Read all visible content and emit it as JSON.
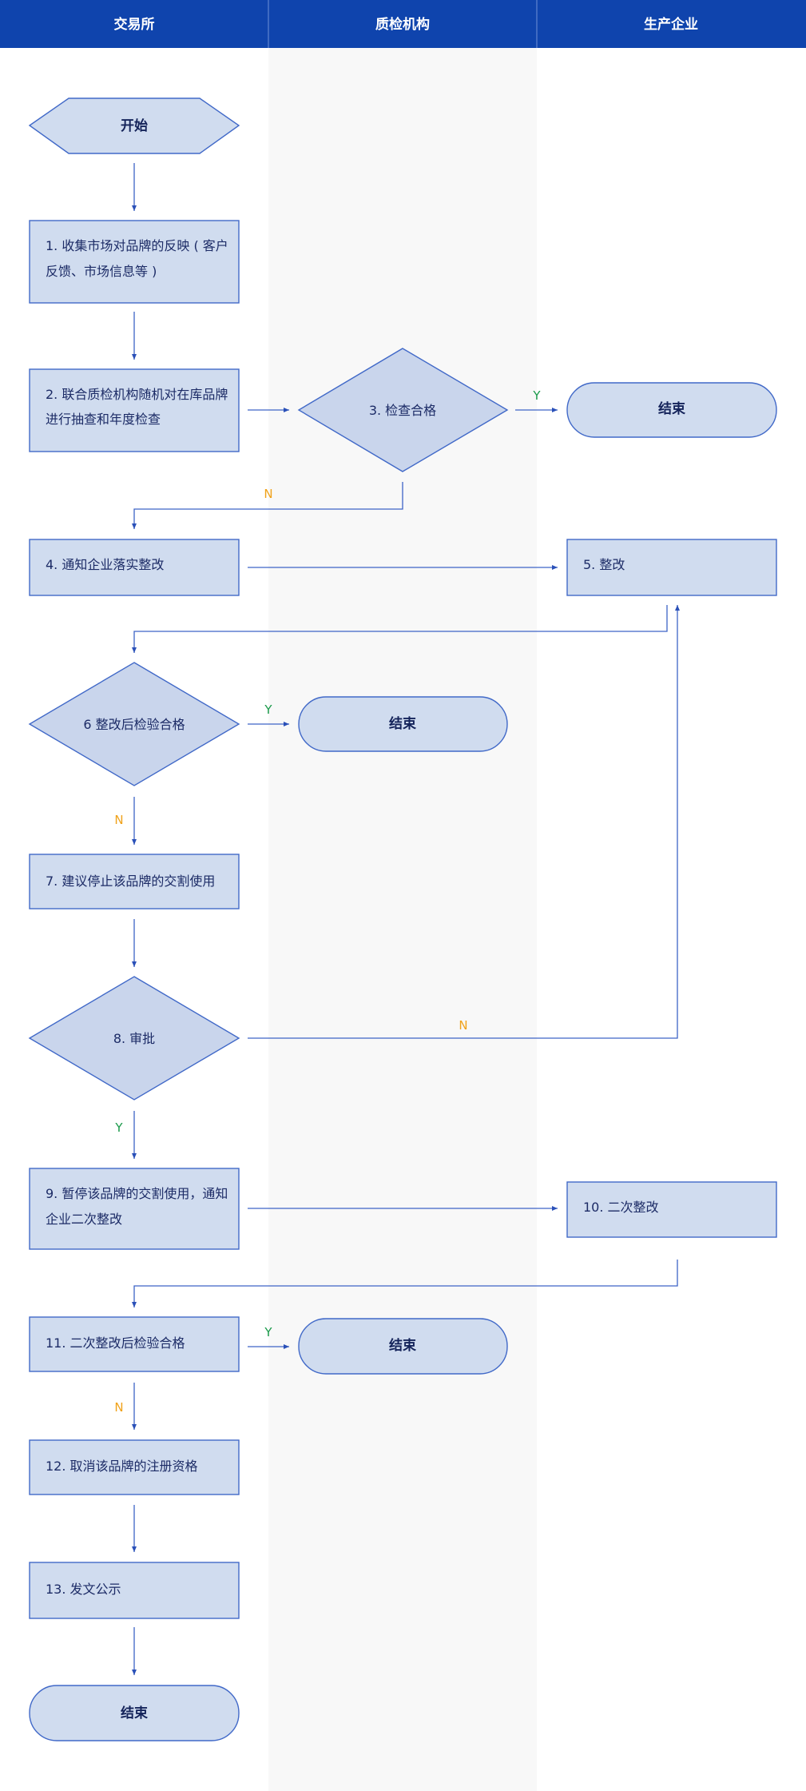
{
  "lanes": [
    "交易所",
    "质检机构",
    "生产企业"
  ],
  "colors": {
    "header": "#0f44ad",
    "node_fill": "#d0dcef",
    "stroke": "#4169c8",
    "lane_bg": "#f8f8f8",
    "yes": "#1a9a4a",
    "no": "#f0a21a"
  },
  "nodes": {
    "start": "开始",
    "n1": [
      "1. 收集市场对品牌的反映 ( 客户",
      "反馈、市场信息等 )"
    ],
    "n2": [
      "2. 联合质检机构随机对在库品牌",
      "进行抽查和年度检查"
    ],
    "n3": "3. 检查合格",
    "end1": "结束",
    "n4": "4. 通知企业落实整改",
    "n5": "5. 整改",
    "n6": "6 整改后检验合格",
    "end2": "结束",
    "n7": "7. 建议停止该品牌的交割使用",
    "n8": "8. 审批",
    "n9": [
      "9. 暂停该品牌的交割使用，通知",
      "企业二次整改"
    ],
    "n10": "10. 二次整改",
    "n11": "11. 二次整改后检验合格",
    "end3": "结束",
    "n12": "12. 取消该品牌的注册资格",
    "n13": "13. 发文公示",
    "end4": "结束"
  },
  "labels": {
    "yes": "Y",
    "no": "N"
  }
}
